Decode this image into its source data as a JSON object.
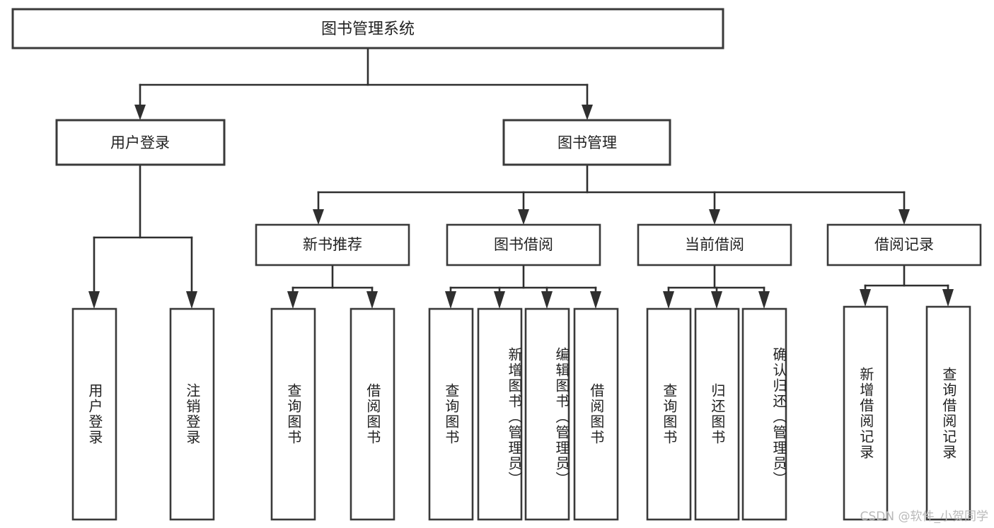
{
  "diagram": {
    "title": "图书管理系统",
    "type": "tree",
    "watermark": "CSDN @软件_小贺同学",
    "colors": {
      "background": "#ffffff",
      "box_fill": "#ffffff",
      "box_stroke": "#3a3a3a",
      "connector": "#2f2f2f",
      "text": "#222222",
      "watermark": "#b9b9b9"
    },
    "root": {
      "label": "图书管理系统"
    },
    "level2": [
      {
        "label": "用户登录"
      },
      {
        "label": "图书管理"
      }
    ],
    "level3": [
      {
        "label": "新书推荐"
      },
      {
        "label": "图书借阅"
      },
      {
        "label": "当前借阅"
      },
      {
        "label": "借阅记录"
      }
    ],
    "leaves": {
      "user_login": [
        {
          "label": "用户登录"
        },
        {
          "label": "注销登录"
        }
      ],
      "new_book_recommend": [
        {
          "label": "查询图书"
        },
        {
          "label": "借阅图书"
        }
      ],
      "book_borrow": [
        {
          "label": "查询图书"
        },
        {
          "label": "新增图书（管理员）"
        },
        {
          "label": "编辑图书（管理员）"
        },
        {
          "label": "借阅图书"
        }
      ],
      "current_borrow": [
        {
          "label": "查询图书"
        },
        {
          "label": "归还图书"
        },
        {
          "label": "确认归还（管理员）"
        }
      ],
      "borrow_records": [
        {
          "label": "新增借阅记录"
        },
        {
          "label": "查询借阅记录"
        }
      ]
    }
  }
}
